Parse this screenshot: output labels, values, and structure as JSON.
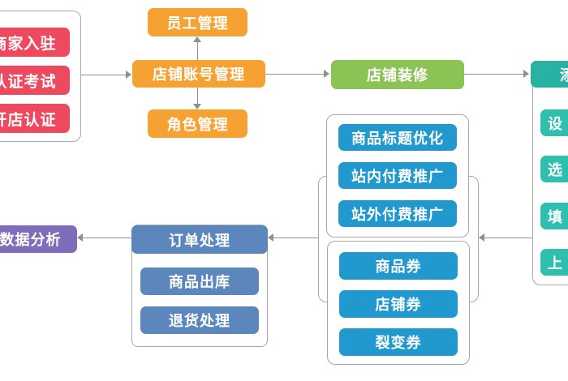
{
  "flow": {
    "onboarding": {
      "items": [
        {
          "label": "商家入驻"
        },
        {
          "label": "认证考试"
        },
        {
          "label": "开店认证"
        }
      ]
    },
    "account": {
      "employee": "员工管理",
      "main": "店铺账号管理",
      "role": "角色管理"
    },
    "decoration": "店铺装修",
    "add_product": {
      "header_partial": "添",
      "step_partials": [
        "设",
        "选",
        "填",
        "上"
      ]
    },
    "promotion": {
      "items": [
        "商品标题优化",
        "站内付费推广",
        "站外付费推广"
      ]
    },
    "coupons": {
      "items": [
        "商品券",
        "店铺券",
        "裂变券"
      ]
    },
    "orders": {
      "header": "订单处理",
      "items": [
        "商品出库",
        "退货处理"
      ]
    },
    "analysis": "数据分析",
    "connections": [
      {
        "from": "商家入驻/认证考试/开店认证",
        "to": "店铺账号管理"
      },
      {
        "from": "店铺账号管理",
        "to": "员工管理"
      },
      {
        "from": "店铺账号管理",
        "to": "角色管理"
      },
      {
        "from": "店铺账号管理",
        "to": "店铺装修"
      },
      {
        "from": "店铺装修",
        "to": "添(加商品)"
      },
      {
        "from": "添(加商品)",
        "to": "推广/优惠券"
      },
      {
        "from": "推广/优惠券",
        "to": "订单处理"
      },
      {
        "from": "订单处理",
        "to": "数据分析"
      }
    ]
  },
  "colors": {
    "red": "#EE4A5F",
    "orange": "#F6A233",
    "green": "#8CC355",
    "teal_dark": "#28B2A3",
    "teal": "#2FBFAF",
    "blue": "#2198CE",
    "steel_blue": "#5B87BC",
    "purple": "#7E6DB8",
    "connector": "#8F8F8F",
    "card_border": "#A8A8A8"
  }
}
